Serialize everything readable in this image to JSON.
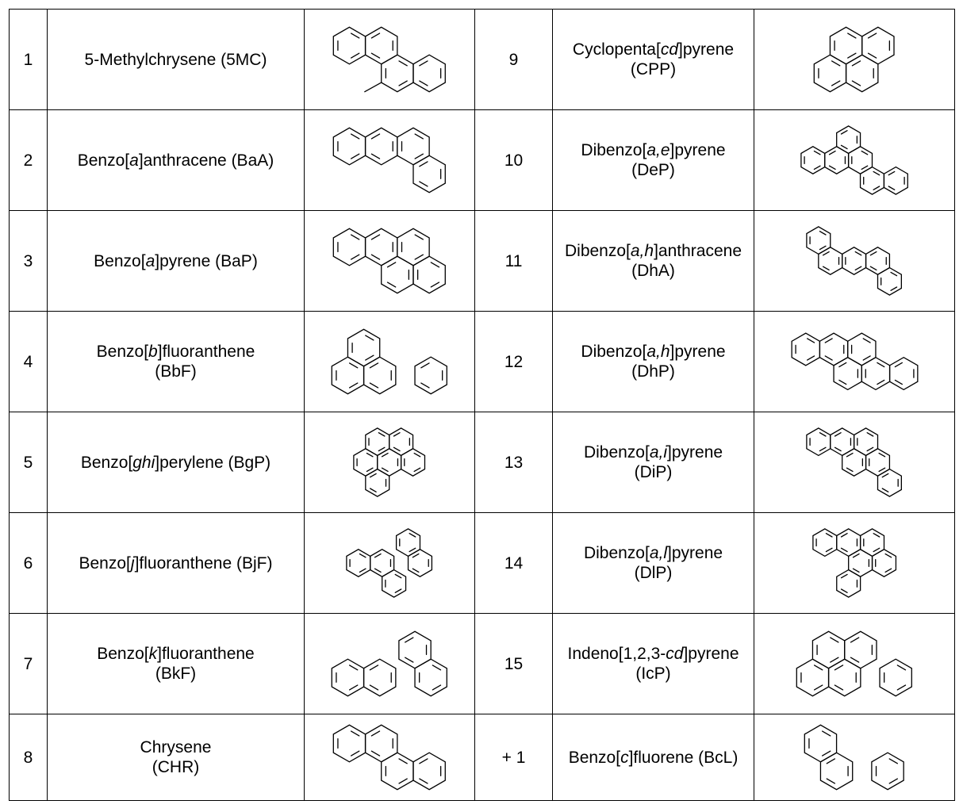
{
  "rows": [
    {
      "left": {
        "num": "1",
        "name_parts": [
          [
            "5-Methylchrysene (5MC)",
            ""
          ]
        ],
        "name_line2": "",
        "structure": "5-methylchrysene-structure"
      },
      "right": {
        "num": "9",
        "name_parts": [
          [
            "Cyclopenta[",
            ""
          ],
          [
            "cd",
            "i"
          ],
          [
            "]pyrene",
            ""
          ]
        ],
        "name_line2": "(CPP)",
        "structure": "cyclopenta-cd-pyrene-structure"
      }
    },
    {
      "left": {
        "num": "2",
        "name_parts": [
          [
            "Benzo[",
            ""
          ],
          [
            "a",
            "i"
          ],
          [
            "]anthracene (BaA)",
            ""
          ]
        ],
        "name_line2": "",
        "structure": "benzo-a-anthracene-structure"
      },
      "right": {
        "num": "10",
        "name_parts": [
          [
            "Dibenzo[",
            ""
          ],
          [
            "a,e",
            "i"
          ],
          [
            "]pyrene",
            ""
          ]
        ],
        "name_line2": "(DeP)",
        "structure": "dibenzo-ae-pyrene-structure"
      }
    },
    {
      "left": {
        "num": "3",
        "name_parts": [
          [
            "Benzo[",
            ""
          ],
          [
            "a",
            "i"
          ],
          [
            "]pyrene (BaP)",
            ""
          ]
        ],
        "name_line2": "",
        "structure": "benzo-a-pyrene-structure"
      },
      "right": {
        "num": "11",
        "name_parts": [
          [
            "Dibenzo[",
            ""
          ],
          [
            "a,h",
            "i"
          ],
          [
            "]anthracene",
            ""
          ]
        ],
        "name_line2": "(DhA)",
        "structure": "dibenzo-ah-anthracene-structure"
      }
    },
    {
      "left": {
        "num": "4",
        "name_parts": [
          [
            "Benzo[",
            ""
          ],
          [
            "b",
            "i"
          ],
          [
            "]fluoranthene",
            ""
          ]
        ],
        "name_line2": "(BbF)",
        "structure": "benzo-b-fluoranthene-structure"
      },
      "right": {
        "num": "12",
        "name_parts": [
          [
            "Dibenzo[",
            ""
          ],
          [
            "a,h",
            "i"
          ],
          [
            "]pyrene",
            ""
          ]
        ],
        "name_line2": "(DhP)",
        "structure": "dibenzo-ah-pyrene-structure"
      }
    },
    {
      "left": {
        "num": "5",
        "name_parts": [
          [
            "Benzo[",
            ""
          ],
          [
            "ghi",
            "i"
          ],
          [
            "]perylene (BgP)",
            ""
          ]
        ],
        "name_line2": "",
        "structure": "benzo-ghi-perylene-structure"
      },
      "right": {
        "num": "13",
        "name_parts": [
          [
            "Dibenzo[",
            ""
          ],
          [
            "a,i",
            "i"
          ],
          [
            "]pyrene",
            ""
          ]
        ],
        "name_line2": "(DiP)",
        "structure": "dibenzo-ai-pyrene-structure"
      }
    },
    {
      "left": {
        "num": "6",
        "name_parts": [
          [
            "Benzo[",
            ""
          ],
          [
            "j",
            "i"
          ],
          [
            "]fluoranthene (BjF)",
            ""
          ]
        ],
        "name_line2": "",
        "structure": "benzo-j-fluoranthene-structure"
      },
      "right": {
        "num": "14",
        "name_parts": [
          [
            "Dibenzo[",
            ""
          ],
          [
            "a,l",
            "i"
          ],
          [
            "]pyrene",
            ""
          ]
        ],
        "name_line2": "(DlP)",
        "structure": "dibenzo-al-pyrene-structure"
      }
    },
    {
      "left": {
        "num": "7",
        "name_parts": [
          [
            "Benzo[",
            ""
          ],
          [
            "k",
            "i"
          ],
          [
            "]fluoranthene",
            ""
          ]
        ],
        "name_line2": "(BkF)",
        "structure": "benzo-k-fluoranthene-structure"
      },
      "right": {
        "num": "15",
        "name_parts": [
          [
            "Indeno[1,2,3-",
            ""
          ],
          [
            "cd",
            "i"
          ],
          [
            "]pyrene",
            ""
          ]
        ],
        "name_line2": "(IcP)",
        "structure": "indeno-123-cd-pyrene-structure"
      }
    },
    {
      "left": {
        "num": "8",
        "name_parts": [
          [
            "Chrysene",
            ""
          ]
        ],
        "name_line2": "(CHR)",
        "structure": "chrysene-structure"
      },
      "right": {
        "num": "+ 1",
        "name_parts": [
          [
            "Benzo[",
            ""
          ],
          [
            "c",
            "i"
          ],
          [
            "]fluorene (BcL)",
            ""
          ]
        ],
        "name_line2": "",
        "structure": "benzo-c-fluorene-structure"
      }
    }
  ]
}
